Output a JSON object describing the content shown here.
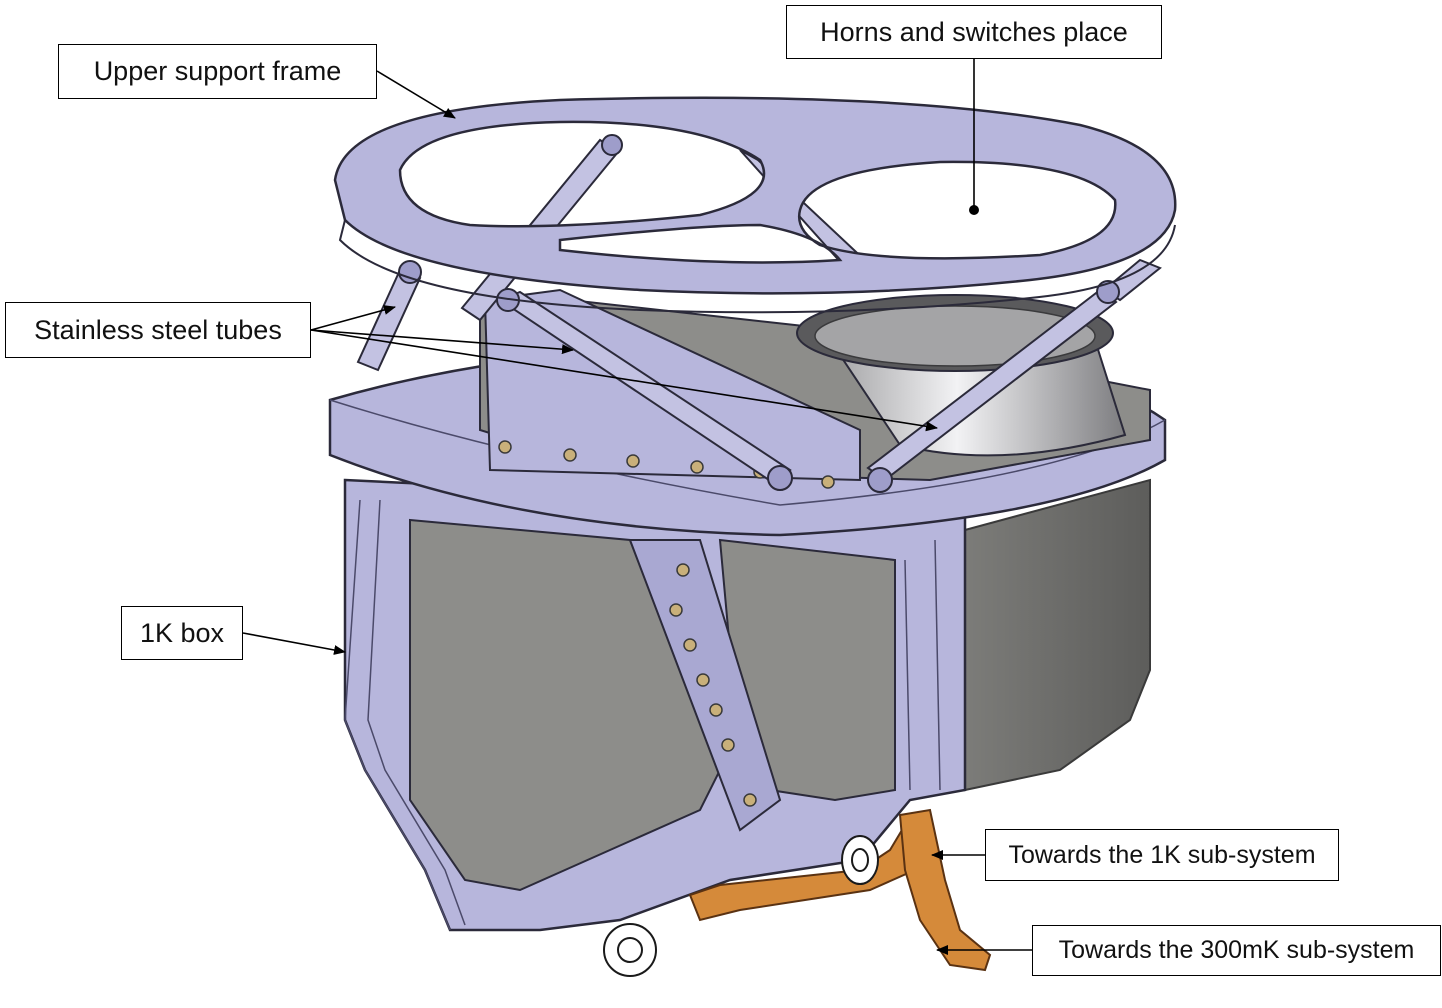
{
  "labels": {
    "upper_support_frame": "Upper support frame",
    "horns_and_switches": "Horns and switches place",
    "stainless_steel_tubes": "Stainless steel tubes",
    "one_k_box": "1K box",
    "towards_1k": "Towards the 1K sub-system",
    "towards_300mk": "Towards the 300mK sub-system"
  },
  "colors": {
    "frame": "#b7b6dc",
    "frame_dark": "#8584b0",
    "panel": "#8d8d8a",
    "panel_dark": "#6e6e6c",
    "horn": "#d7d7d9",
    "copper": "#d58a3a",
    "outline": "#2b2a3a"
  }
}
